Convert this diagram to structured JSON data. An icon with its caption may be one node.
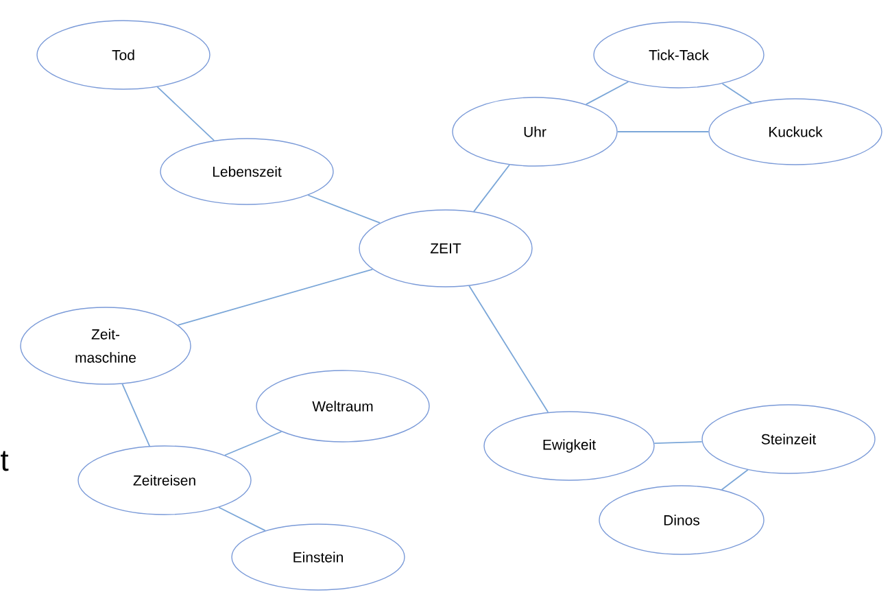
{
  "diagram": {
    "nodes": [
      {
        "text": [
          "Tod"
        ]
      },
      {
        "text": [
          "Lebenszeit"
        ]
      },
      {
        "text": [
          "ZEIT"
        ]
      },
      {
        "text": [
          "Uhr"
        ]
      },
      {
        "text": [
          "Tick-Tack"
        ]
      },
      {
        "text": [
          "Kuckuck"
        ]
      },
      {
        "text": [
          "Zeit- maschine"
        ]
      },
      {
        "text": [
          "Weltraum"
        ]
      },
      {
        "text": [
          "Zeitreisen"
        ]
      },
      {
        "text": [
          "Einstein"
        ]
      },
      {
        "text": [
          "Ewigkeit"
        ]
      },
      {
        "text": [
          "Steinzeit"
        ]
      },
      {
        "text": [
          "Dinos"
        ]
      }
    ],
    "edges": [
      {
        "from": 0,
        "to": 1,
        "arrow": "none"
      },
      {
        "from": 1,
        "to": 2,
        "arrow": "none"
      },
      {
        "from": 2,
        "to": 3,
        "arrow": "none"
      },
      {
        "from": 3,
        "to": 4,
        "arrow": "none"
      },
      {
        "from": 3,
        "to": 5,
        "arrow": "none"
      },
      {
        "from": 4,
        "to": 5,
        "arrow": "none"
      },
      {
        "from": 2,
        "to": 6,
        "arrow": "none"
      },
      {
        "from": 6,
        "to": 8,
        "arrow": "none"
      },
      {
        "from": 8,
        "to": 7,
        "arrow": "none"
      },
      {
        "from": 8,
        "to": 9,
        "arrow": "none"
      },
      {
        "from": 2,
        "to": 10,
        "arrow": "none"
      },
      {
        "from": 10,
        "to": 11,
        "arrow": "none"
      },
      {
        "from": 11,
        "to": 12,
        "arrow": "none"
      }
    ],
    "labels": [
      "t"
    ]
  }
}
